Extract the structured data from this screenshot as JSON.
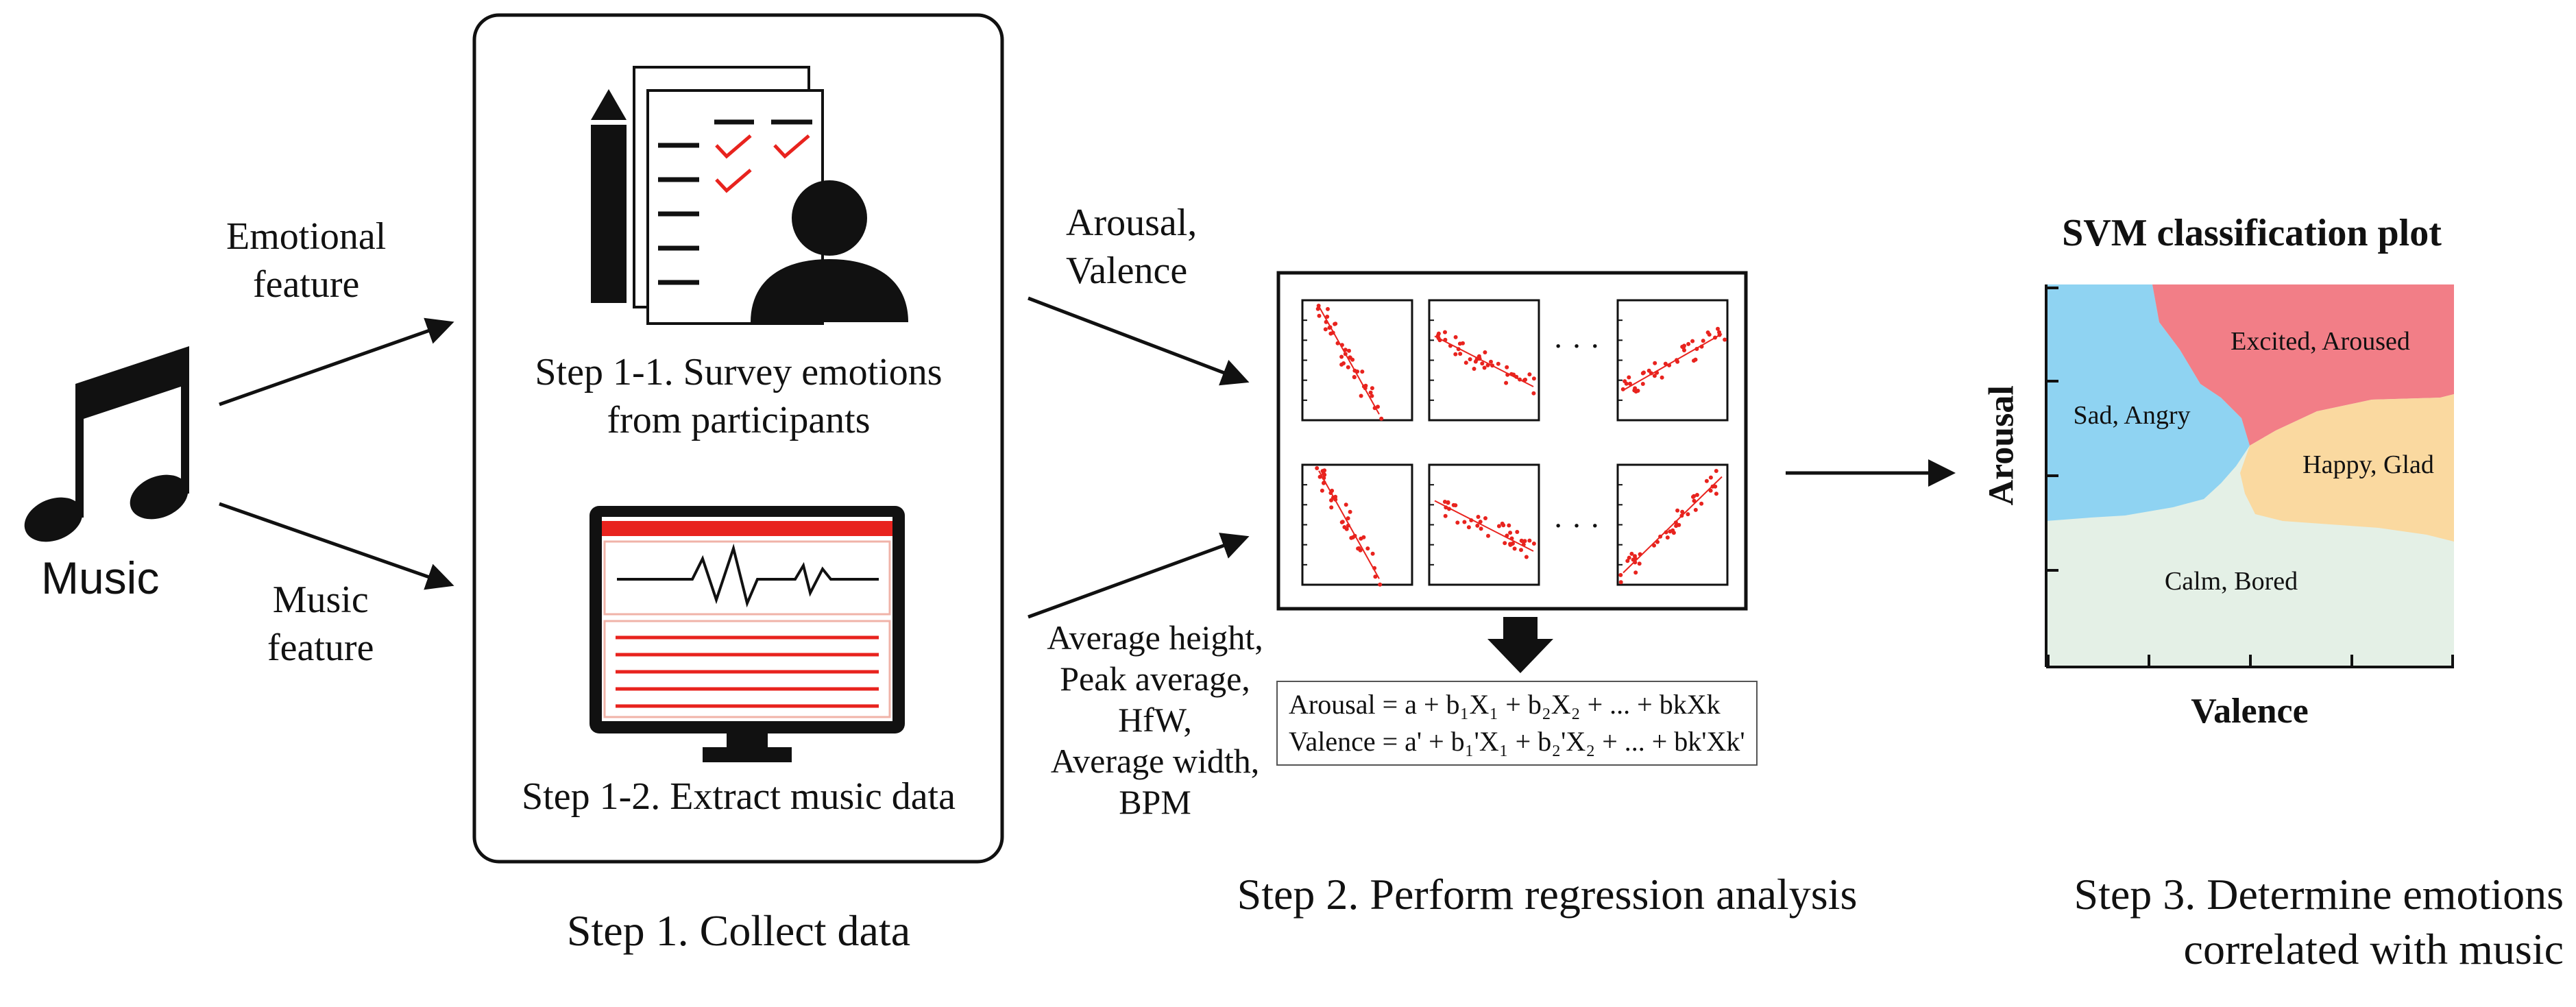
{
  "music": {
    "label": "Music"
  },
  "arrows": {
    "emotional_feature": [
      "Emotional",
      "feature"
    ],
    "music_feature": [
      "Music",
      "feature"
    ],
    "arousal_valence": [
      "Arousal,",
      "Valence"
    ],
    "extracted_features": [
      "Average height,",
      "Peak average,",
      "HfW,",
      "Average width,",
      "BPM"
    ]
  },
  "step1": {
    "caption": "Step 1. Collect data",
    "survey": [
      "Step 1-1. Survey emotions",
      "from participants"
    ],
    "extract": "Step 1-2. Extract music data"
  },
  "step2": {
    "caption": "Step 2. Perform regression analysis",
    "ellipsis": "· · ·",
    "equation_arousal": "Arousal = a + b₁X₁ + b₂X₂ + ... + bkXk",
    "equation_valence": "Valence = a' + b₁'X₁ + b₂'X₂ + ... + bk'Xk'"
  },
  "step3": {
    "caption": [
      "Step 3. Determine emotions",
      "correlated with music"
    ],
    "plot_title": "SVM classification plot",
    "xlabel": "Valence",
    "ylabel": "Arousal",
    "regions": {
      "sad_angry": "Sad, Angry",
      "excited_aroused": "Excited, Aroused",
      "happy_glad": "Happy, Glad",
      "calm_bored": "Calm, Bored"
    },
    "colors": {
      "sad_angry": "#8fd3f2",
      "excited_aroused": "#f27e87",
      "happy_glad": "#fad9a0",
      "calm_bored": "#e4f0e6"
    }
  },
  "colors": {
    "accent_red": "#e8231e",
    "ink": "#111111"
  }
}
